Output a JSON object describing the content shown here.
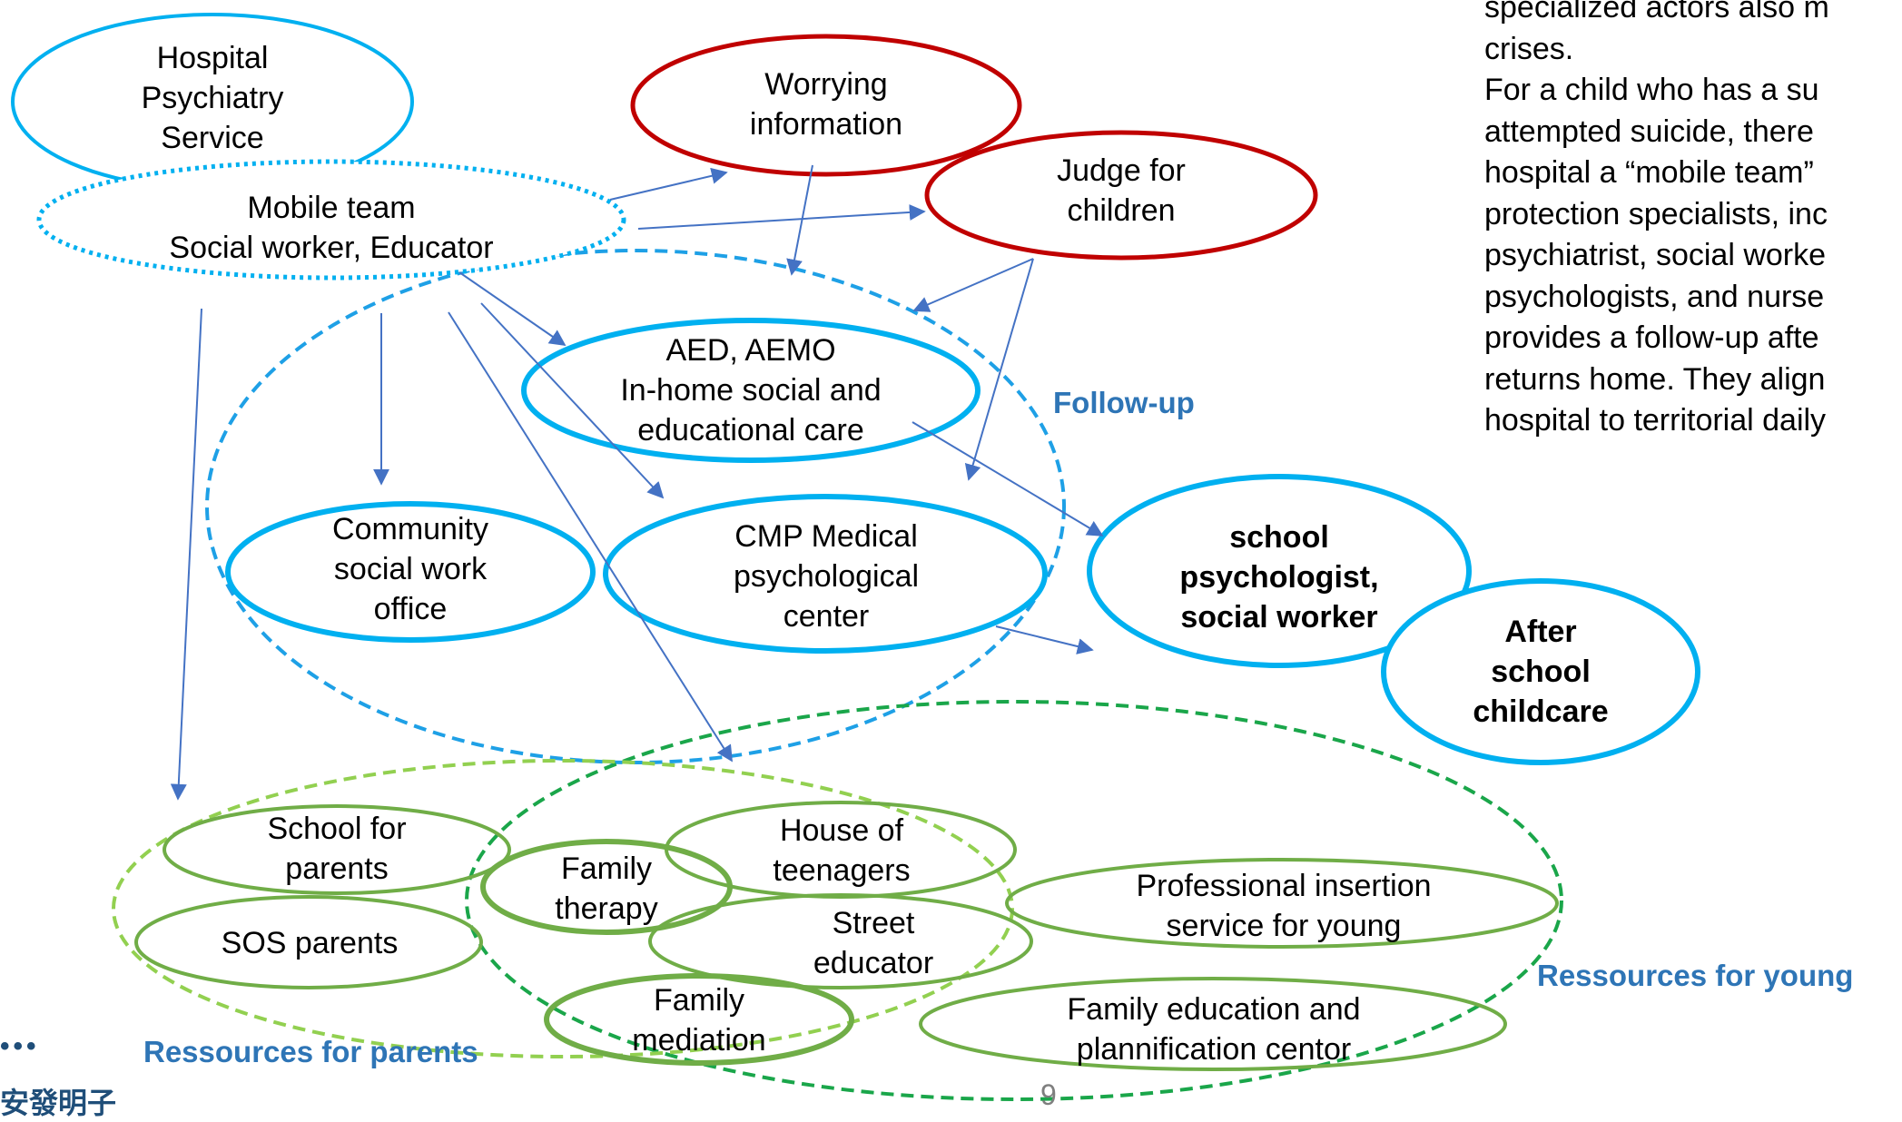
{
  "colors": {
    "blue": "#00b0f0",
    "red": "#c00000",
    "green": "#70ad47",
    "light_green": "#92d050",
    "dash_blue": "#1ea0e6",
    "dash_green": "#1aa64a",
    "arrow": "#4472c4",
    "label_blue": "#2e75b6"
  },
  "nodes": {
    "hospital": "Hospital\nPsychiatry\nService",
    "mobile_team": "Mobile team\nSocial worker, Educator",
    "worrying": "Worrying\ninformation",
    "judge": "Judge for\nchildren",
    "aed": "AED, AEMO\nIn-home social and\neducational care",
    "community": "Community\nsocial work\noffice",
    "cmp": "CMP Medical\npsychological\ncenter",
    "school_psych": "school\npsychologist,\nsocial worker",
    "after_school": "After\nschool\nchildcare",
    "school_parents": "School for\nparents",
    "sos_parents": "SOS parents",
    "family_therapy": "Family\ntherapy",
    "house_teen": "House of\nteenagers",
    "street_educator": "Street\neducator",
    "family_mediation": "Family\nmediation",
    "professional": "Professional insertion\nservice for young",
    "family_education": "Family education and\nplannification centor"
  },
  "group_labels": {
    "follow_up": "Follow-up",
    "resources_young": "Ressources for young",
    "resources_parents": "Ressources for parents"
  },
  "side_text": [
    "specialized actors also m",
    "crises.",
    "For a child who has a su",
    "attempted suicide, there",
    "hospital a “mobile team”",
    "protection specialists, inc",
    "psychiatrist, social worke",
    "psychologists, and nurse",
    "provides a follow-up afte",
    "returns home. They align",
    "hospital to territorial daily"
  ],
  "page_number": "9",
  "logo_text": "安發明子",
  "logo_dots": "•••"
}
